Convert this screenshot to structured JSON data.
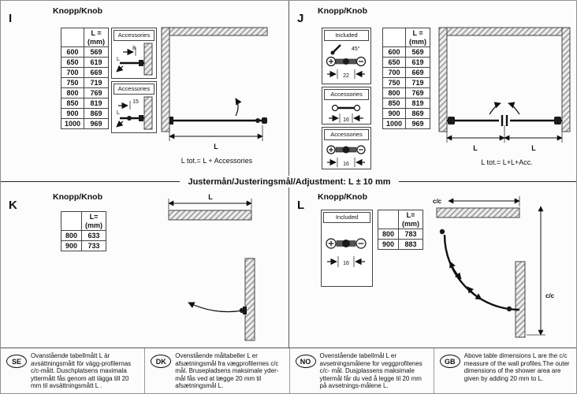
{
  "page": {
    "adjustment_note": "Justermån/Justeringsmål/Adjustment: L ± 10 mm"
  },
  "sections": {
    "I": {
      "id": "I",
      "title": "Knopp/Knob",
      "table": {
        "header_top": "L =",
        "header_unit": "(mm)",
        "rows": [
          [
            "600",
            "569"
          ],
          [
            "650",
            "619"
          ],
          [
            "700",
            "669"
          ],
          [
            "750",
            "719"
          ],
          [
            "800",
            "769"
          ],
          [
            "850",
            "819"
          ],
          [
            "900",
            "869"
          ],
          [
            "1000",
            "969"
          ]
        ]
      },
      "acc1": {
        "title": "Accessories",
        "dim": "8",
        "l": "L"
      },
      "acc2": {
        "title": "Accessories",
        "dim": "15",
        "l": "L"
      },
      "dim_label": "L",
      "caption": "L tot.= L + Accessories"
    },
    "J": {
      "id": "J",
      "title": "Knopp/Knob",
      "included": {
        "title": "Included",
        "angle": "45°",
        "dim": "22"
      },
      "acc1": {
        "title": "Accessories",
        "dim": "16"
      },
      "acc2": {
        "title": "Accessories",
        "dim": "16"
      },
      "table": {
        "header_top": "L =",
        "header_unit": "(mm)",
        "rows": [
          [
            "600",
            "569"
          ],
          [
            "650",
            "619"
          ],
          [
            "700",
            "669"
          ],
          [
            "750",
            "719"
          ],
          [
            "800",
            "769"
          ],
          [
            "850",
            "819"
          ],
          [
            "900",
            "869"
          ],
          [
            "1000",
            "969"
          ]
        ]
      },
      "dim_label_left": "L",
      "dim_label_right": "L",
      "caption": "L tot.= L+L+Acc."
    },
    "K": {
      "id": "K",
      "title": "Knopp/Knob",
      "table": {
        "header_top": "L=",
        "header_unit": "(mm)",
        "rows": [
          [
            "800",
            "633"
          ],
          [
            "900",
            "733"
          ]
        ]
      },
      "dim_label": "L"
    },
    "L": {
      "id": "L",
      "title": "Knopp/Knob",
      "included": {
        "title": "Included",
        "dim": "16"
      },
      "table": {
        "header_top": "L=",
        "header_unit": "(mm)",
        "rows": [
          [
            "800",
            "783"
          ],
          [
            "900",
            "883"
          ]
        ]
      },
      "dim_top": "c/c",
      "dim_right": "c/c"
    }
  },
  "footnotes": [
    {
      "badge": "SE",
      "text": "Ovanstående tabellmått L är avsättningsmått för vägg-profilernas c/c-mått. Duschplatsens maximala yttermått fås genom att lägga till 20 mm til avsättningsmått L ."
    },
    {
      "badge": "DK",
      "text": "Ovenstående måltabeller L er afsætningsmål fra vægprofilernes c/c mål. Brusepladsens maksimale yder- mål fås ved at lægge 20 mm til afsætningsmål L."
    },
    {
      "badge": "NO",
      "text": "Ovenstående tabellmål L er avsetningsmålene for veggprofilenes c/c- mål. Dusjplassens maksimale yttermål får du ved å legge til 20 mm på avsetnings-målene L."
    },
    {
      "badge": "GB",
      "text": "Above table dimensions L are the c/c measure of the wall profiles.The outer dimensions of the shower area are given by adding 20 mm to L."
    }
  ]
}
